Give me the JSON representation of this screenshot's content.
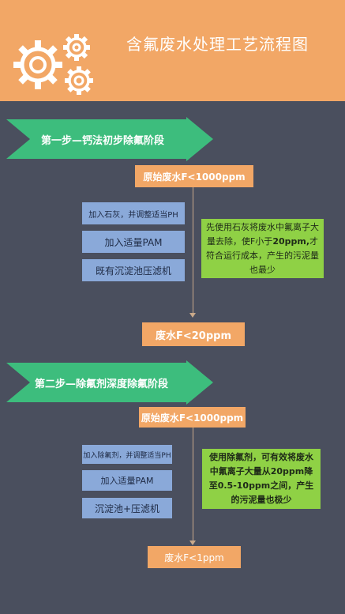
{
  "header": {
    "title": "含氟废水处理工艺流程图"
  },
  "colors": {
    "header_bg": "#f2a766",
    "page_bg": "#4a4f5e",
    "arrow_green": "#3dbd7d",
    "process_blue": "#8aa9d9",
    "note_green": "#8fd145",
    "result_orange": "#f2a766"
  },
  "icons": {
    "header_icon": "gears-icon"
  },
  "step1": {
    "banner": "第一步—钙法初步除氟阶段",
    "input": "原始废水F<1000ppm",
    "actions": [
      "加入石灰，并调整适当PH",
      "加入适量PAM",
      "既有沉淀池压滤机"
    ],
    "note_parts": [
      "先使用石灰将废水中氟离子大量去除，使F小于",
      "20ppm,",
      "才符合运行成本，产生的污泥量也最少"
    ],
    "output": "废水F<20ppm"
  },
  "step2": {
    "banner": "第二步—除氟剂深度除氟阶段",
    "input": "原始废水F<1000ppm",
    "actions": [
      "加入除氟剂，并调整适当PH",
      "加入适量PAM",
      "沉淀池+压滤机"
    ],
    "note_parts": [
      "使用除氟剂，可有效将废水中氟离子大量从",
      "20ppm",
      "降至",
      "0.5-10ppm",
      "之间，产生的污泥量也极少"
    ],
    "output": "废水F<1ppm"
  }
}
